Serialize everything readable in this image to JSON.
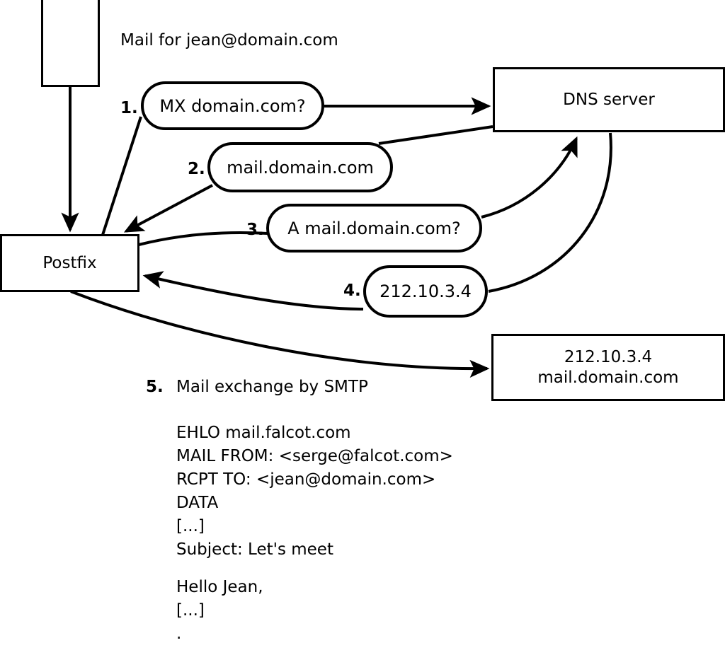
{
  "diagram": {
    "title_label": "Mail for jean@domain.com",
    "nodes": {
      "sender_box": {
        "label": ""
      },
      "postfix_box": {
        "label": "Postfix"
      },
      "dns_box": {
        "label": "DNS server"
      },
      "target_box": {
        "line1": "212.10.3.4",
        "line2": "mail.domain.com"
      }
    },
    "steps": [
      {
        "num": "1.",
        "text": "MX domain.com?"
      },
      {
        "num": "2.",
        "text": "mail.domain.com"
      },
      {
        "num": "3.",
        "text": "A mail.domain.com?"
      },
      {
        "num": "4.",
        "text": "212.10.3.4"
      },
      {
        "num": "5.",
        "text": "Mail exchange by SMTP"
      }
    ],
    "smtp_transcript": [
      "EHLO mail.falcot.com",
      "MAIL FROM: <serge@falcot.com>",
      "RCPT TO: <jean@domain.com>",
      "DATA",
      "[...]",
      "Subject: Let's meet",
      "",
      "Hello Jean,",
      "[...]",
      "."
    ],
    "colors": {
      "stroke": "#000000",
      "background": "#ffffff",
      "text": "#000000"
    }
  }
}
